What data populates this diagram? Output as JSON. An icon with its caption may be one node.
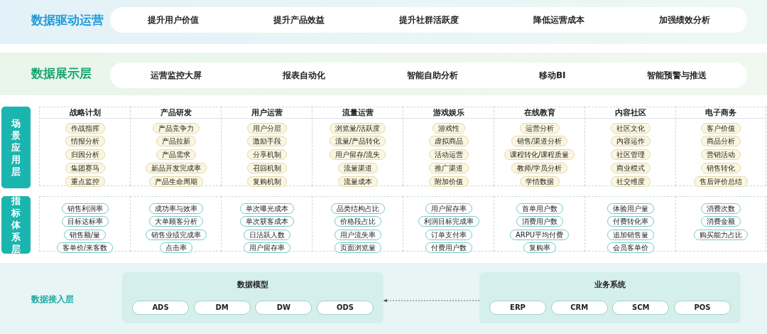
{
  "diagram": {
    "nodes": [
      {
        "text": [
          "数据驱动运营"
        ]
      },
      {
        "text": [
          "提升用户价值",
          "提升产品效益",
          "提升社群活跃度",
          "降低运营成本",
          "加强绩效分析"
        ],
        "in": 0
      },
      {
        "text": [
          "数据展示层"
        ]
      },
      {
        "text": [
          "运营监控大屏",
          "报表自动化",
          "智能自助分析",
          "移动BI",
          "智能预警与推送"
        ],
        "in": 2
      },
      {
        "text": [
          "场景应用层"
        ]
      },
      {
        "text": [
          "战略计划"
        ]
      },
      {
        "text": [
          "作战指挥"
        ],
        "in": 5
      },
      {
        "text": [
          "情报分析"
        ],
        "in": 5
      },
      {
        "text": [
          "归因分析"
        ],
        "in": 5
      },
      {
        "text": [
          "集团赛马"
        ],
        "in": 5
      },
      {
        "text": [
          "重点监控"
        ],
        "in": 5
      },
      {
        "text": [
          "产品研发"
        ]
      },
      {
        "text": [
          "产品竞争力"
        ],
        "in": 11
      },
      {
        "text": [
          "产品拉新"
        ],
        "in": 11
      },
      {
        "text": [
          "产品需求"
        ],
        "in": 11
      },
      {
        "text": [
          "新品开发完成率"
        ],
        "in": 11
      },
      {
        "text": [
          "产品生命周期"
        ],
        "in": 11
      },
      {
        "text": [
          "用户运营"
        ]
      },
      {
        "text": [
          "用户分层"
        ],
        "in": 17
      },
      {
        "text": [
          "激励手段"
        ],
        "in": 17
      },
      {
        "text": [
          "分享机制"
        ],
        "in": 17
      },
      {
        "text": [
          "召回机制"
        ],
        "in": 17
      },
      {
        "text": [
          "复购机制"
        ],
        "in": 17
      },
      {
        "text": [
          "流量运营"
        ]
      },
      {
        "text": [
          "浏览量/活跃度"
        ],
        "in": 23
      },
      {
        "text": [
          "流量/产品转化"
        ],
        "in": 23
      },
      {
        "text": [
          "用户留存/流失"
        ],
        "in": 23
      },
      {
        "text": [
          "流量渠道"
        ],
        "in": 23
      },
      {
        "text": [
          "流量成本"
        ],
        "in": 23
      },
      {
        "text": [
          "游戏娱乐"
        ]
      },
      {
        "text": [
          "游戏性"
        ],
        "in": 29
      },
      {
        "text": [
          "虚拟商品"
        ],
        "in": 29
      },
      {
        "text": [
          "活动运营"
        ],
        "in": 29
      },
      {
        "text": [
          "推广渠道"
        ],
        "in": 29
      },
      {
        "text": [
          "附加价值"
        ],
        "in": 29
      },
      {
        "text": [
          "在线教育"
        ]
      },
      {
        "text": [
          "运营分析"
        ],
        "in": 35
      },
      {
        "text": [
          "销售/渠道分析"
        ],
        "in": 35
      },
      {
        "text": [
          "课程转化/课程质量"
        ],
        "in": 35
      },
      {
        "text": [
          "教师/学员分析"
        ],
        "in": 35
      },
      {
        "text": [
          "学情数据"
        ],
        "in": 35
      },
      {
        "text": [
          "内容社区"
        ]
      },
      {
        "text": [
          "社区文化"
        ],
        "in": 41
      },
      {
        "text": [
          "内容运作"
        ],
        "in": 41
      },
      {
        "text": [
          "社区管理"
        ],
        "in": 41
      },
      {
        "text": [
          "商业模式"
        ],
        "in": 41
      },
      {
        "text": [
          "社交维度"
        ],
        "in": 41
      },
      {
        "text": [
          "电子商务"
        ]
      },
      {
        "text": [
          "客户价值"
        ],
        "in": 47
      },
      {
        "text": [
          "商品分析"
        ],
        "in": 47
      },
      {
        "text": [
          "营销活动"
        ],
        "in": 47
      },
      {
        "text": [
          "销售转化"
        ],
        "in": 47
      },
      {
        "text": [
          "售后评价总结"
        ],
        "in": 47
      },
      {
        "text": [
          "指标体系层"
        ]
      },
      {
        "text": [],
        "shape": "box"
      },
      {
        "text": [
          "销售利润率"
        ],
        "in": 54
      },
      {
        "text": [
          "目标达标率"
        ],
        "in": 54
      },
      {
        "text": [
          "销售额/量"
        ],
        "in": 54
      },
      {
        "text": [
          "客单价/来客数"
        ],
        "in": 54
      },
      {
        "text": [],
        "shape": "box"
      },
      {
        "text": [
          "成功率与效率"
        ],
        "in": 59
      },
      {
        "text": [
          "大单顾客分析"
        ],
        "in": 59
      },
      {
        "text": [
          "销售业绩完成率"
        ],
        "in": 59
      },
      {
        "text": [
          "点击率"
        ],
        "in": 59
      },
      {
        "text": [],
        "shape": "box"
      },
      {
        "text": [
          "单次曝光成本"
        ],
        "in": 64
      },
      {
        "text": [
          "单次获客成本"
        ],
        "in": 64
      },
      {
        "text": [
          "日活跃人数"
        ],
        "in": 64
      },
      {
        "text": [
          "用户留存率"
        ],
        "in": 64
      },
      {
        "text": [],
        "shape": "box"
      },
      {
        "text": [
          "品类结构占比"
        ],
        "in": 69
      },
      {
        "text": [
          "价格段占比"
        ],
        "in": 69
      },
      {
        "text": [
          "用户流失率"
        ],
        "in": 69
      },
      {
        "text": [
          "页面浏览量"
        ],
        "in": 69
      },
      {
        "text": [],
        "shape": "box"
      },
      {
        "text": [
          "用户留存率"
        ],
        "in": 74
      },
      {
        "text": [
          "利润目标完成率"
        ],
        "in": 74
      },
      {
        "text": [
          "订单支付率"
        ],
        "in": 74
      },
      {
        "text": [
          "付费用户数"
        ],
        "in": 74
      },
      {
        "text": [],
        "shape": "box"
      },
      {
        "text": [
          "首单用户数"
        ],
        "in": 79
      },
      {
        "text": [
          "消费用户数"
        ],
        "in": 79
      },
      {
        "text": [
          "ARPU平均付费"
        ],
        "in": 79
      },
      {
        "text": [
          "复购率"
        ],
        "in": 79
      },
      {
        "text": [],
        "shape": "box"
      },
      {
        "text": [
          "体验用户量"
        ],
        "in": 84
      },
      {
        "text": [
          "付费转化率"
        ],
        "in": 84
      },
      {
        "text": [
          "追加销售量"
        ],
        "in": 84
      },
      {
        "text": [
          "会员客单价"
        ],
        "in": 84
      },
      {
        "text": [],
        "shape": "box"
      },
      {
        "text": [
          "消费次数"
        ],
        "in": 89
      },
      {
        "text": [
          "消费金额"
        ],
        "in": 89
      },
      {
        "text": [
          "购买能力占比"
        ],
        "in": 89
      },
      {
        "text": [
          "数据接入层"
        ]
      },
      {
        "text": [
          "数据模型"
        ],
        "in": 93
      },
      {
        "text": [
          "ADS"
        ],
        "in": 94
      },
      {
        "text": [
          "DM"
        ],
        "in": 94
      },
      {
        "text": [
          "DW"
        ],
        "in": 94
      },
      {
        "text": [
          "ODS"
        ],
        "in": 94
      },
      {
        "text": [
          "业务系统"
        ],
        "in": 93
      },
      {
        "text": [
          "ERP"
        ],
        "in": 99
      },
      {
        "text": [
          "CRM"
        ],
        "in": 99
      },
      {
        "text": [
          "SCM"
        ],
        "in": 99
      },
      {
        "text": [
          "POS"
        ],
        "in": 99
      }
    ],
    "edges": [
      {
        "from": 99,
        "to": 94,
        "arrow": "to",
        "style": "dashed"
      }
    ]
  }
}
